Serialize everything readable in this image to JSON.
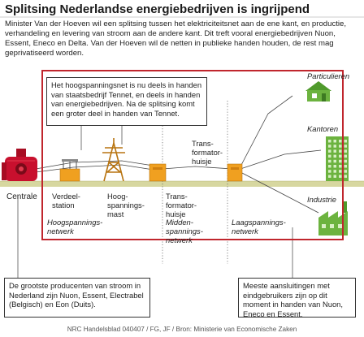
{
  "title": "Splitsing Nederlandse energiebedrijven is ingrijpend",
  "intro": "Minister Van der Hoeven wil een splitsing tussen het elektriciteitsnet aan de ene kant, en productie, verhandeling en levering van stroom aan de andere kant. Dit treft vooral energiebedrijven Nuon, Essent, Eneco en Delta. Van der Hoeven wil de netten in publieke handen houden, de rest mag geprivatiseerd worden.",
  "callouts": {
    "hoogspanningsnet": "Het hoogspanningsnet is nu deels in handen van staatsbedrijf Tennet, en deels in handen van energiebedrijven. Na de splitsing komt een groter deel in handen van Tennet.",
    "producenten": "De grootste producenten van stroom in Nederland zijn Nuon, Essent, Electrabel (Belgisch) en Eon (Duits).",
    "aansluitingen": "Meeste aansluitingen met eindgebruikers zijn op dit moment in handen van Nuon, Eneco en Essent."
  },
  "labels": {
    "centrale": "Centrale",
    "verdeelstation": "Verdeel-\nstation",
    "hoogspanningsmast": "Hoog-\nspannings-\nmast",
    "transformatorhuisje_bottom": "Trans-\nformator-\nhuisje",
    "transformatorhuisje_top": "Trans-\nformator-\nhuisje",
    "particulieren": "Particulieren",
    "kantoren": "Kantoren",
    "industrie": "Industrie"
  },
  "networks": {
    "hoog": "Hoogspannings-\nnetwerk",
    "midden": "Midden-\nspannings-\nnetwerk",
    "laag": "Laagspannings-\nnetwerk"
  },
  "credit": "NRC Handelsblad 040407 / FG, JF / Bron: Ministerie van Economische Zaken",
  "colors": {
    "red_frame": "#c0262d",
    "ground": "#d7d7a0",
    "power_plant": "#c8102e",
    "station_orange": "#f0a020",
    "building_green": "#6cb33f"
  }
}
